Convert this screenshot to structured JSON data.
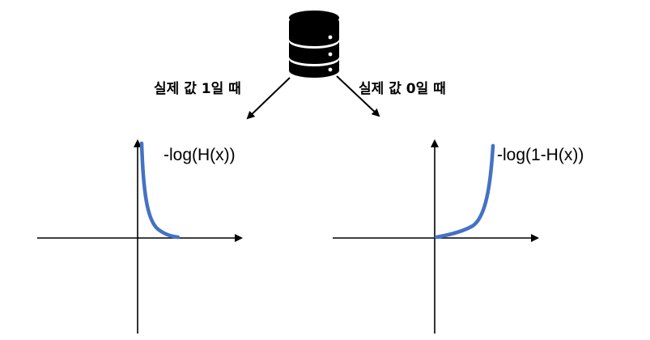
{
  "diagram": {
    "source": {
      "icon": "database-icon",
      "color": "#000000"
    },
    "branches": [
      {
        "case_label": "실제 값 1일 때",
        "formula": "-log(H(x))",
        "curve_color": "#4472C4"
      },
      {
        "case_label": "실제 값 0일 때",
        "formula": "-log(1-H(x))",
        "curve_color": "#4472C4"
      }
    ],
    "axis_color": "#000000"
  }
}
